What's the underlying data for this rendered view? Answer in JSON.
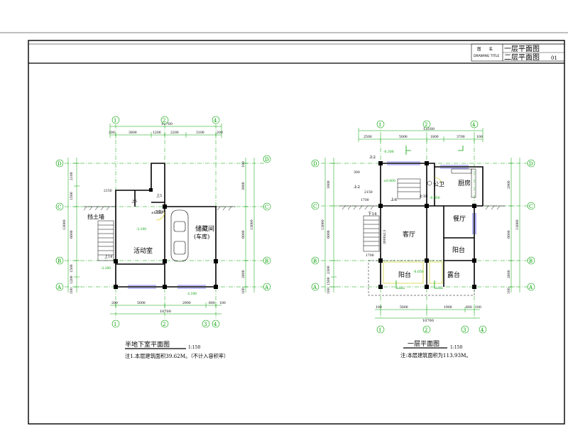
{
  "title_block": {
    "name_label": "图　　名",
    "name_label_en": "DRAWING TITLE",
    "line1": "一层平面图",
    "line2": "二层平面图",
    "sheet_no": "01"
  },
  "colors": {
    "axis": "#00a000",
    "wall": "#000000",
    "dim": "#00a000",
    "window": "#0000ff",
    "door": "#c8c800",
    "text": "#000000",
    "dim_text": "#000000",
    "label_red": "#cc0000"
  },
  "basement_plan": {
    "title": "半地下室平面图",
    "scale": "1:150",
    "note": "注1.本层建筑面积39.62M。（不计入容积率）",
    "axes_top": [
      "1",
      "2",
      "4"
    ],
    "axes_bottom": [
      "1",
      "2",
      "3",
      "4"
    ],
    "axes_left": [
      "D",
      "C",
      "B",
      "A"
    ],
    "axes_right": [
      "D",
      "C",
      "B",
      "A"
    ],
    "dims_top_total": "10700",
    "dims_top": [
      "200",
      "3800",
      "1200",
      "2200",
      "3100",
      "200"
    ],
    "dims_bottom": [
      "200",
      "5000",
      "2900",
      "600",
      "100"
    ],
    "dims_bottom_total": "10700",
    "dims_left": [
      "2100",
      "1500",
      "6000",
      "1500",
      "1200",
      "100"
    ],
    "dims_left_total": "13000",
    "dims_right": [
      "100",
      "3900",
      "6000",
      "2800",
      "100"
    ],
    "dims_right_total": "13000",
    "rooms": [
      "活动室",
      "储藏间",
      "(车库)",
      "卫生间",
      "挡土墙"
    ],
    "labels": [
      "上5",
      "上14",
      "±0.000",
      "-2.100",
      "-2.200",
      "-2.100",
      "2150",
      "上5"
    ]
  },
  "ground_plan": {
    "title": "一层平面图",
    "scale": "1:150",
    "note": "注:本层建筑面积为113.93M。",
    "axes_top": [
      "1",
      "2",
      "4"
    ],
    "axes_bottom": [
      "1",
      "2",
      "3",
      "4"
    ],
    "axes_left": [
      "D",
      "C",
      "B",
      "A"
    ],
    "axes_right": [
      "D",
      "C",
      "B",
      "A"
    ],
    "dims_top_total": "13100",
    "dims_top": [
      "2500",
      "5000",
      "1800",
      "3700",
      "100"
    ],
    "dims_bottom": [
      "100",
      "5000",
      "1900",
      "600",
      "100"
    ],
    "dims_bottom_total": "10700",
    "dims_left": [
      "1600",
      "6000",
      "2300",
      "1500",
      "100"
    ],
    "dims_left_total": "13000",
    "dims_right": [
      "2900",
      "6000",
      "2800",
      "100"
    ],
    "dims_right_total": "13000",
    "rooms": [
      "客厅",
      "餐厅",
      "厨房",
      "公卫",
      "阳台",
      "阳台",
      "露台"
    ],
    "labels": [
      "上2",
      "上2",
      "上6",
      "上18",
      "下14",
      "±0.000",
      "-0.050",
      "-0.300",
      "-0.050",
      "2150",
      "3000x13",
      "1700",
      "1700",
      "300"
    ]
  }
}
